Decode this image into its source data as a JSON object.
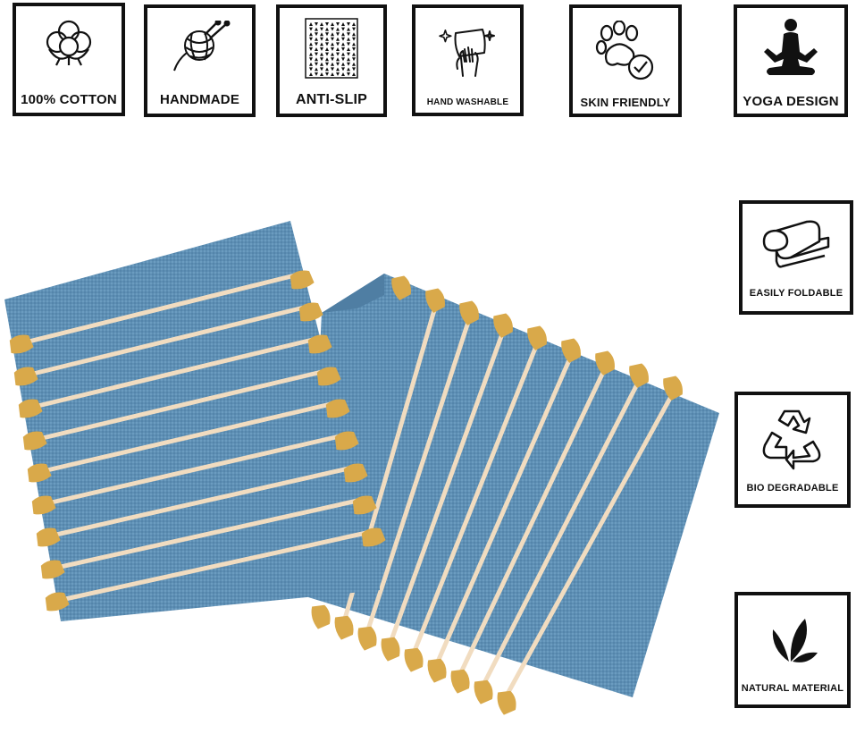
{
  "badges_top": [
    {
      "label": "100% COTTON",
      "icon": "cotton-flower-icon"
    },
    {
      "label": "HANDMADE",
      "icon": "yarn-ball-needles-icon"
    },
    {
      "label": "ANTI-SLIP",
      "icon": "triangle-grip-pattern-icon"
    },
    {
      "label": "HAND WASHABLE",
      "icon": "hand-wiping-cloth-icon"
    },
    {
      "label": "SKIN FRIENDLY",
      "icon": "paw-check-icon"
    },
    {
      "label": "YOGA DESIGN",
      "icon": "meditating-person-icon"
    }
  ],
  "badges_side": [
    {
      "label": "EASILY FOLDABLE",
      "icon": "folded-towel-icon"
    },
    {
      "label": "BIO DEGRADABLE",
      "icon": "recycle-arrows-icon"
    },
    {
      "label": "NATURAL MATERIAL",
      "icon": "leaves-icon"
    }
  ],
  "colors": {
    "mat_blue": "#5e8fb4",
    "stripe": "#f1dcc0",
    "tassel": "#d9a94a",
    "border": "#111111"
  }
}
